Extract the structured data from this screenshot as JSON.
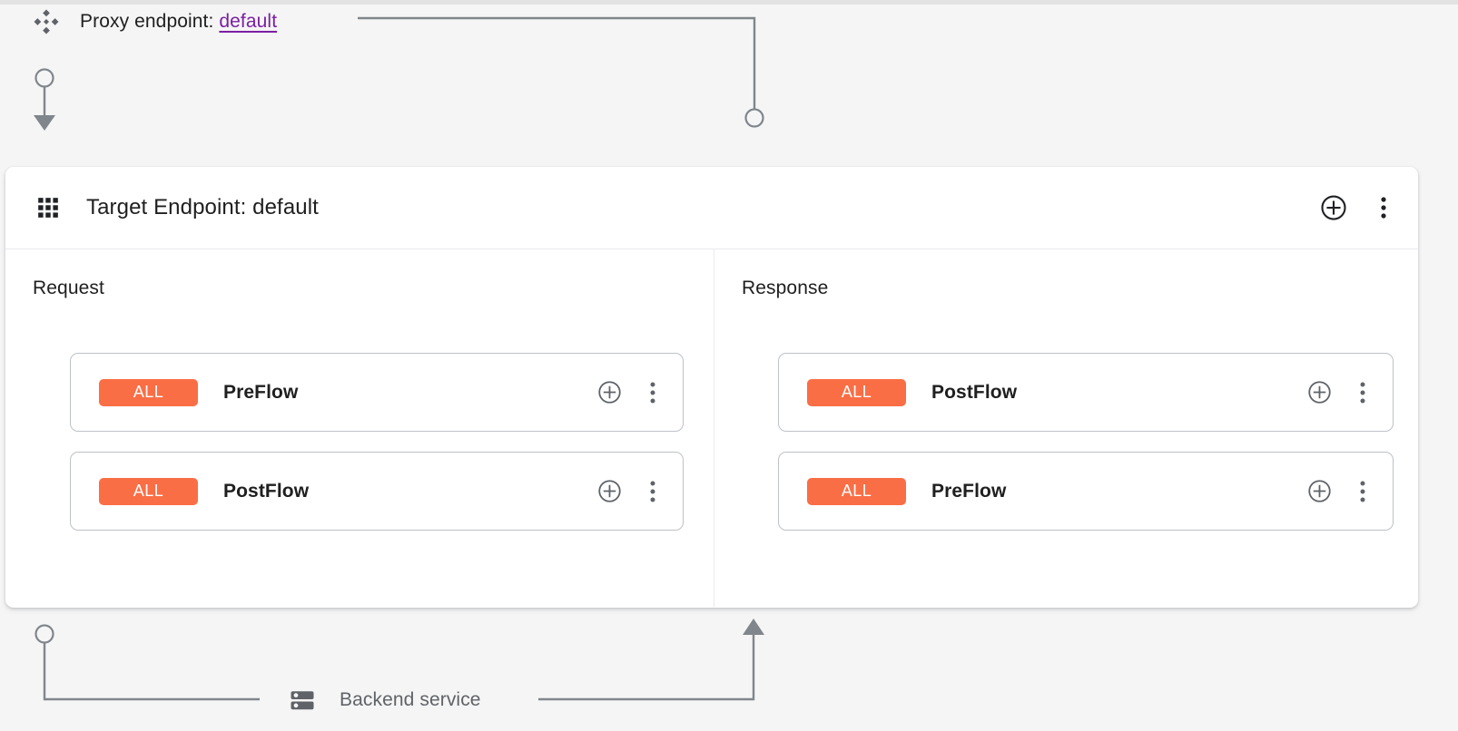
{
  "theme": {
    "page_background": "#f5f5f5",
    "panel_background": "#ffffff",
    "accent_badge": "#fa6e46",
    "link_color": "#7b1fa2",
    "connector_color": "#80868b",
    "border_color": "#bdc1c6"
  },
  "proxy": {
    "icon": "hub-diamond-icon",
    "label_prefix": "Proxy endpoint:",
    "endpoint_name": "default"
  },
  "panel": {
    "icon": "apps-grid-icon",
    "title": "Target Endpoint: default",
    "actions": [
      {
        "name": "add-circle-icon",
        "label": "Add"
      },
      {
        "name": "more-vert-icon",
        "label": "More options"
      }
    ]
  },
  "columns": [
    {
      "id": "request",
      "title": "Request",
      "flow_direction": "down",
      "flows": [
        {
          "badge": "ALL",
          "name": "PreFlow",
          "add_icon": "add-circle-icon",
          "menu_icon": "more-vert-icon"
        },
        {
          "badge": "ALL",
          "name": "PostFlow",
          "add_icon": "add-circle-icon",
          "menu_icon": "more-vert-icon"
        }
      ]
    },
    {
      "id": "response",
      "title": "Response",
      "flow_direction": "up",
      "flows": [
        {
          "badge": "ALL",
          "name": "PostFlow",
          "add_icon": "add-circle-icon",
          "menu_icon": "more-vert-icon"
        },
        {
          "badge": "ALL",
          "name": "PreFlow",
          "add_icon": "add-circle-icon",
          "menu_icon": "more-vert-icon"
        }
      ]
    }
  ],
  "backend": {
    "icon": "server-rack-icon",
    "label": "Backend service"
  }
}
